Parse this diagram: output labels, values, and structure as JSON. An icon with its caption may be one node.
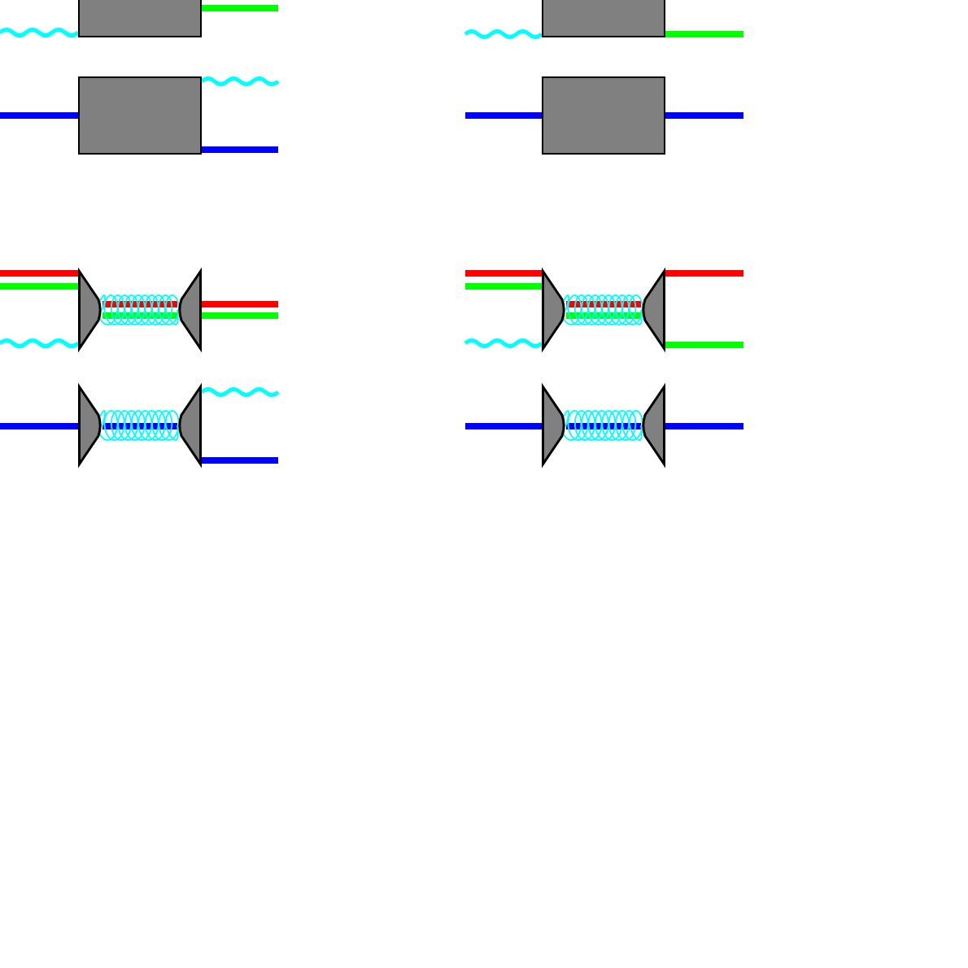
{
  "diagram": {
    "nodes": [
      {
        "text": [],
        "shape": "box"
      },
      {
        "text": [],
        "shape": "box"
      },
      {
        "text": [],
        "shape": "box"
      },
      {
        "text": [],
        "shape": "box"
      },
      {
        "text": [],
        "shape": "trapezoid"
      },
      {
        "text": [],
        "shape": "trapezoid"
      },
      {
        "text": [],
        "shape": "trapezoid"
      },
      {
        "text": [],
        "shape": "trapezoid"
      },
      {
        "text": [],
        "shape": "trapezoid"
      },
      {
        "text": [],
        "shape": "trapezoid"
      },
      {
        "text": [],
        "shape": "trapezoid"
      },
      {
        "text": [],
        "shape": "trapezoid"
      }
    ],
    "edges": [
      {
        "from": null,
        "to": 0,
        "arrow": "none",
        "color": "#00ffff"
      },
      {
        "from": 0,
        "to": null,
        "arrow": "none",
        "color": "#00ff00"
      },
      {
        "from": null,
        "to": 1,
        "arrow": "none",
        "color": "#00ffff"
      },
      {
        "from": 1,
        "to": null,
        "arrow": "none",
        "color": "#00ff00"
      },
      {
        "from": null,
        "to": 2,
        "arrow": "none",
        "color": "#0000ff"
      },
      {
        "from": 2,
        "to": null,
        "arrow": "none",
        "color": "#00ffff"
      },
      {
        "from": 2,
        "to": null,
        "arrow": "none",
        "color": "#0000ff"
      },
      {
        "from": null,
        "to": 3,
        "arrow": "none",
        "color": "#0000ff"
      },
      {
        "from": 3,
        "to": null,
        "arrow": "none",
        "color": "#0000ff"
      },
      {
        "from": null,
        "to": 4,
        "arrow": "none",
        "color": "#ff0000"
      },
      {
        "from": null,
        "to": 4,
        "arrow": "none",
        "color": "#00ff00"
      },
      {
        "from": null,
        "to": 4,
        "arrow": "none",
        "color": "#00ffff"
      },
      {
        "from": 4,
        "to": 5,
        "arrow": "none",
        "color": "#ff0000"
      },
      {
        "from": 4,
        "to": 5,
        "arrow": "none",
        "color": "#00ff00"
      },
      {
        "from": 4,
        "to": 5,
        "arrow": "none",
        "color": "#00ffff"
      },
      {
        "from": 5,
        "to": null,
        "arrow": "none",
        "color": "#ff0000"
      },
      {
        "from": 5,
        "to": null,
        "arrow": "none",
        "color": "#00ff00"
      },
      {
        "from": null,
        "to": 6,
        "arrow": "none",
        "color": "#ff0000"
      },
      {
        "from": null,
        "to": 6,
        "arrow": "none",
        "color": "#00ff00"
      },
      {
        "from": null,
        "to": 6,
        "arrow": "none",
        "color": "#00ffff"
      },
      {
        "from": 6,
        "to": 7,
        "arrow": "none",
        "color": "#ff0000"
      },
      {
        "from": 6,
        "to": 7,
        "arrow": "none",
        "color": "#00ff00"
      },
      {
        "from": 6,
        "to": 7,
        "arrow": "none",
        "color": "#00ffff"
      },
      {
        "from": 7,
        "to": null,
        "arrow": "none",
        "color": "#ff0000"
      },
      {
        "from": 7,
        "to": null,
        "arrow": "none",
        "color": "#00ff00"
      },
      {
        "from": null,
        "to": 8,
        "arrow": "none",
        "color": "#0000ff"
      },
      {
        "from": 8,
        "to": 9,
        "arrow": "none",
        "color": "#0000ff"
      },
      {
        "from": 8,
        "to": 9,
        "arrow": "none",
        "color": "#00ffff"
      },
      {
        "from": 9,
        "to": null,
        "arrow": "none",
        "color": "#00ffff"
      },
      {
        "from": 9,
        "to": null,
        "arrow": "none",
        "color": "#0000ff"
      },
      {
        "from": null,
        "to": 10,
        "arrow": "none",
        "color": "#0000ff"
      },
      {
        "from": 10,
        "to": 11,
        "arrow": "none",
        "color": "#0000ff"
      },
      {
        "from": 10,
        "to": 11,
        "arrow": "none",
        "color": "#00ffff"
      },
      {
        "from": 11,
        "to": null,
        "arrow": "none",
        "color": "#0000ff"
      }
    ]
  }
}
